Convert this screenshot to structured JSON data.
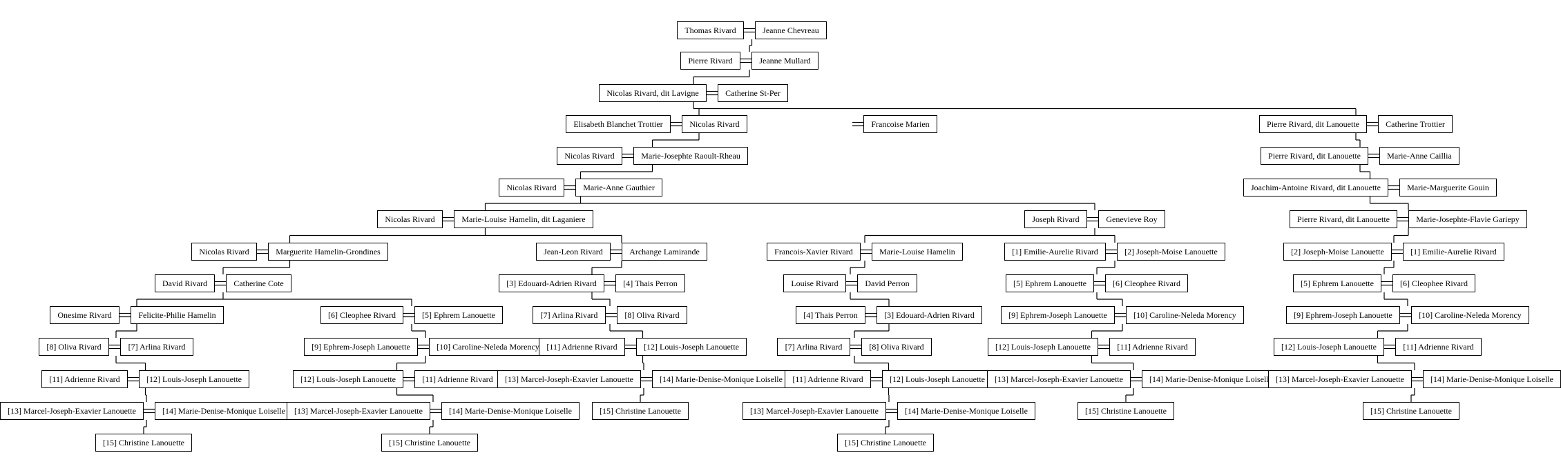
{
  "diagram": {
    "rows": [
      [
        {
          "a": "Thomas Rivard",
          "b": "Jeanne Chevreau"
        }
      ],
      [
        {
          "a": "Pierre Rivard",
          "b": "Jeanne Mullard"
        }
      ],
      [
        {
          "a": "Nicolas Rivard, dit Lavigne",
          "b": "Catherine St-Per"
        }
      ],
      [
        {
          "a": "Elisabeth Blanchet Trottier",
          "b": "Nicolas Rivard",
          "c": "Francoise Marien"
        },
        {
          "a": "Pierre Rivard, dit Lanouette",
          "b": "Catherine Trottier"
        }
      ],
      [
        {
          "a": "Nicolas Rivard",
          "b": "Marie-Josephte Raoult-Rheau"
        },
        {
          "a": "Pierre Rivard, dit Lanouette",
          "b": "Marie-Anne Caillia"
        }
      ],
      [
        {
          "a": "Nicolas Rivard",
          "b": "Marie-Anne Gauthier"
        },
        {
          "a": "Joachim-Antoine Rivard, dit Lanouette",
          "b": "Marie-Marguerite Gouin"
        }
      ],
      [
        {
          "a": "Nicolas Rivard",
          "b": "Marie-Louise Hamelin, dit Laganiere"
        },
        {
          "a": "Joseph Rivard",
          "b": "Genevieve Roy"
        },
        {
          "a": "Pierre Rivard, dit Lanouette",
          "b": "Marie-Josephte-Flavie Gariepy"
        }
      ],
      [
        {
          "a": "Nicolas Rivard",
          "b": "Marguerite Hamelin-Grondines"
        },
        {
          "a": "Jean-Leon Rivard",
          "b": "Archange Lamirande"
        },
        {
          "a": "Francois-Xavier Rivard",
          "b": "Marie-Louise Hamelin"
        },
        {
          "a": "[1] Emilie-Aurelie Rivard",
          "b": "[2] Joseph-Moise Lanouette"
        },
        {
          "a": "[2] Joseph-Moise Lanouette",
          "b": "[1] Emilie-Aurelie Rivard"
        }
      ],
      [
        {
          "a": "David Rivard",
          "b": "Catherine Cote"
        },
        {
          "a": "[3] Edouard-Adrien Rivard",
          "b": "[4] Thais Perron"
        },
        {
          "a": "Louise Rivard",
          "b": "David Perron"
        },
        {
          "a": "[5] Ephrem Lanouette",
          "b": "[6] Cleophee Rivard"
        },
        {
          "a": "[5] Ephrem Lanouette",
          "b": "[6] Cleophee Rivard"
        }
      ],
      [
        {
          "a": "Onesime Rivard",
          "b": "Felicite-Philie Hamelin"
        },
        {
          "a": "[6] Cleophee Rivard",
          "b": "[5] Ephrem Lanouette"
        },
        {
          "a": "[7] Arlina Rivard",
          "b": "[8] Oliva Rivard"
        },
        {
          "a": "[4] Thais Perron",
          "b": "[3] Edouard-Adrien Rivard"
        },
        {
          "a": "[9] Ephrem-Joseph Lanouette",
          "b": "[10] Caroline-Neleda Morency"
        },
        {
          "a": "[9] Ephrem-Joseph Lanouette",
          "b": "[10] Caroline-Neleda Morency"
        }
      ],
      [
        {
          "a": "[8] Oliva Rivard",
          "b": "[7] Arlina Rivard"
        },
        {
          "a": "[9] Ephrem-Joseph Lanouette",
          "b": "[10] Caroline-Neleda Morency"
        },
        {
          "a": "[11] Adrienne Rivard",
          "b": "[12] Louis-Joseph Lanouette"
        },
        {
          "a": "[7] Arlina Rivard",
          "b": "[8] Oliva Rivard"
        },
        {
          "a": "[12] Louis-Joseph Lanouette",
          "b": "[11] Adrienne Rivard"
        },
        {
          "a": "[12] Louis-Joseph Lanouette",
          "b": "[11] Adrienne Rivard"
        }
      ],
      [
        {
          "a": "[11] Adrienne Rivard",
          "b": "[12] Louis-Joseph Lanouette"
        },
        {
          "a": "[12] Louis-Joseph Lanouette",
          "b": "[11] Adrienne Rivard"
        },
        {
          "a": "[13] Marcel-Joseph-Exavier Lanouette",
          "b": "[14] Marie-Denise-Monique Loiselle"
        },
        {
          "a": "[11] Adrienne Rivard",
          "b": "[12] Louis-Joseph Lanouette"
        },
        {
          "a": "[13] Marcel-Joseph-Exavier Lanouette",
          "b": "[14] Marie-Denise-Monique Loiselle"
        },
        {
          "a": "[13] Marcel-Joseph-Exavier Lanouette",
          "b": "[14] Marie-Denise-Monique Loiselle"
        }
      ],
      [
        {
          "a": "[13] Marcel-Joseph-Exavier Lanouette",
          "b": "[14] Marie-Denise-Monique Loiselle"
        },
        {
          "a": "[13] Marcel-Joseph-Exavier Lanouette",
          "b": "[14] Marie-Denise-Monique Loiselle"
        },
        {
          "a": "[15] Christine Lanouette"
        },
        {
          "a": "[13] Marcel-Joseph-Exavier Lanouette",
          "b": "[14] Marie-Denise-Monique Loiselle"
        },
        {
          "a": "[15] Christine Lanouette"
        },
        {
          "a": "[15] Christine Lanouette"
        }
      ],
      [
        {
          "a": "[15] Christine Lanouette"
        },
        {
          "a": "[15] Christine Lanouette"
        },
        {
          "a": "[15] Christine Lanouette"
        }
      ]
    ]
  },
  "colors": {
    "line": "#000000",
    "box_border": "#000000",
    "background": "#ffffff",
    "text": "#000000"
  }
}
